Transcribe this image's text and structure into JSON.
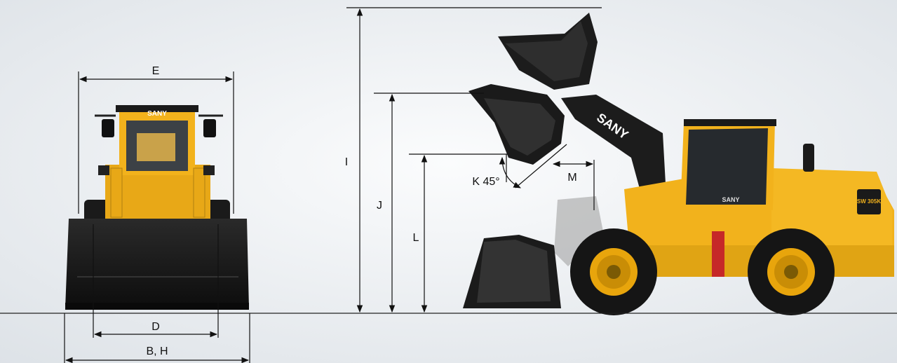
{
  "labels": {
    "E": "E",
    "D": "D",
    "BH": "B, H",
    "I": "I",
    "J": "J",
    "L": "L",
    "K": "K 45°",
    "M": "M"
  },
  "machine": {
    "brand": "SANY",
    "model": "SW 305K",
    "body_color": "#f2b21c",
    "dark_color": "#1a1a1a",
    "tire_color": "#151515",
    "rim_color": "#e8a50c"
  }
}
